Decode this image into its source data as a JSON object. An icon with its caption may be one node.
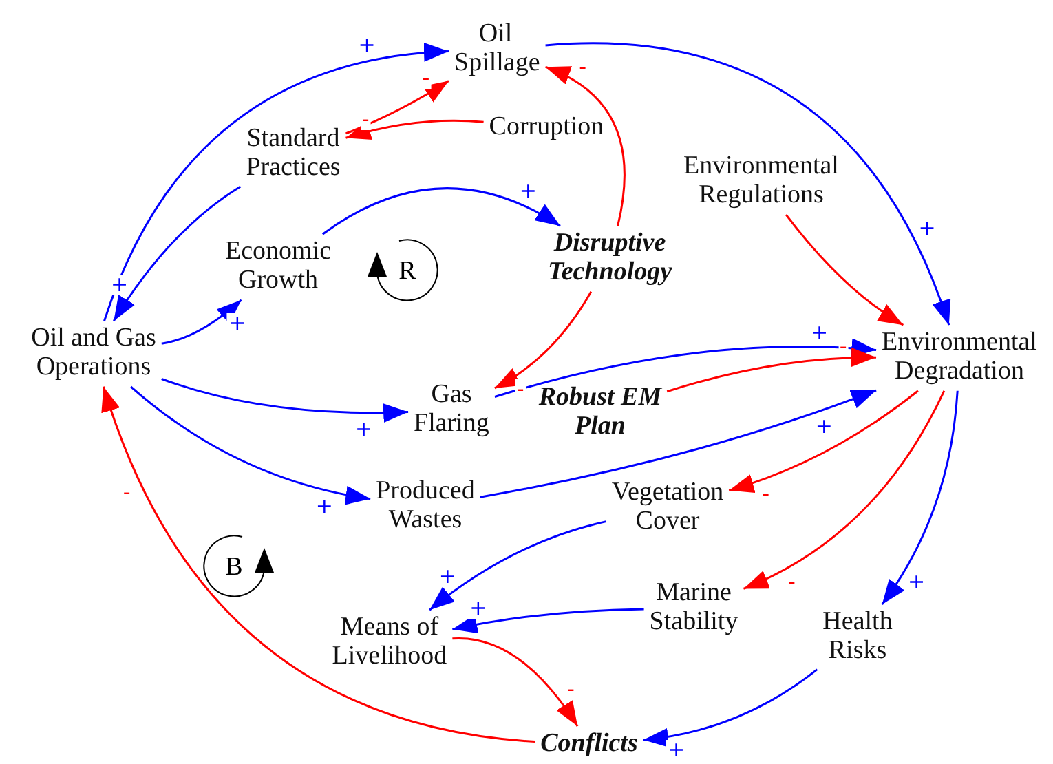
{
  "diagram": {
    "nodes": [
      {
        "text": [
          "Oil Spillage"
        ]
      },
      {
        "text": [
          "Standard Practices"
        ]
      },
      {
        "text": [
          "Corruption"
        ]
      },
      {
        "text": [
          "Economic Growth"
        ]
      },
      {
        "text": [
          "Disruptive Technology"
        ]
      },
      {
        "text": [
          "Environmental Regulations"
        ]
      },
      {
        "text": [
          "Oil and Gas Operations"
        ]
      },
      {
        "text": [
          "Gas Flaring"
        ]
      },
      {
        "text": [
          "Robust EM Plan"
        ]
      },
      {
        "text": [
          "Environmental Degradation"
        ]
      },
      {
        "text": [
          "Produced Wastes"
        ]
      },
      {
        "text": [
          "Vegetation Cover"
        ]
      },
      {
        "text": [
          "Marine Stability"
        ]
      },
      {
        "text": [
          "Means of Livelihood"
        ]
      },
      {
        "text": [
          "Health Risks"
        ]
      },
      {
        "text": [
          "Conflicts"
        ]
      }
    ],
    "edges": [
      {
        "from": 6,
        "to": 0,
        "arrow": "to",
        "label": "+"
      },
      {
        "from": 1,
        "to": 0,
        "arrow": "to",
        "label": "-",
        "color": "#ff0000"
      },
      {
        "from": 2,
        "to": 1,
        "arrow": "to",
        "label": "-",
        "color": "#ff0000"
      },
      {
        "from": 4,
        "to": 0,
        "arrow": "to",
        "label": "-",
        "color": "#ff0000"
      },
      {
        "from": 3,
        "to": 4,
        "arrow": "to",
        "label": "+"
      },
      {
        "from": 1,
        "to": 6,
        "arrow": "to",
        "label": "+"
      },
      {
        "from": 6,
        "to": 3,
        "arrow": "to",
        "label": "+"
      },
      {
        "from": 0,
        "to": 9,
        "arrow": "to",
        "label": "+"
      },
      {
        "from": 4,
        "to": 7,
        "arrow": "to",
        "label": "-",
        "color": "#ff0000"
      },
      {
        "from": 5,
        "to": 9,
        "arrow": "to",
        "color": "#ff0000"
      },
      {
        "from": 7,
        "to": 9,
        "arrow": "to",
        "label": "+"
      },
      {
        "from": 8,
        "to": 9,
        "arrow": "to",
        "label": "-",
        "color": "#ff0000"
      },
      {
        "from": 6,
        "to": 7,
        "arrow": "to",
        "label": "+"
      },
      {
        "from": 6,
        "to": 10,
        "arrow": "to",
        "label": "+"
      },
      {
        "from": 10,
        "to": 9,
        "arrow": "to",
        "label": "+"
      },
      {
        "from": 9,
        "to": 11,
        "arrow": "to",
        "label": "-",
        "color": "#ff0000"
      },
      {
        "from": 9,
        "to": 12,
        "arrow": "to",
        "label": "-",
        "color": "#ff0000"
      },
      {
        "from": 9,
        "to": 14,
        "arrow": "to",
        "label": "+"
      },
      {
        "from": 11,
        "to": 13,
        "arrow": "to",
        "label": "+"
      },
      {
        "from": 12,
        "to": 13,
        "arrow": "to",
        "label": "+"
      },
      {
        "from": 13,
        "to": 15,
        "arrow": "to",
        "label": "-",
        "color": "#ff0000"
      },
      {
        "from": 14,
        "to": 15,
        "arrow": "to",
        "label": "+"
      },
      {
        "from": 15,
        "to": 6,
        "arrow": "to",
        "label": "-",
        "color": "#ff0000"
      }
    ],
    "labels": [
      "R",
      "B"
    ]
  }
}
